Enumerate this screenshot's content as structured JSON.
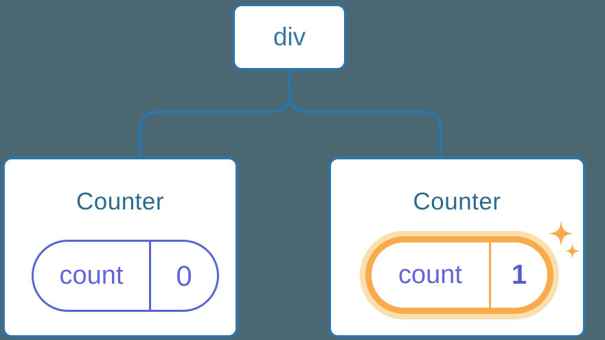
{
  "diagram": {
    "description": "React component tree diagram: a div root with two Counter children, each holding a count state pill; the second Counter's state was just updated to 1 (highlighted with sparkles)."
  },
  "tree": {
    "root": {
      "label": "div"
    },
    "children": [
      {
        "title": "Counter",
        "state": {
          "name": "count",
          "value": "0"
        },
        "highlighted": false
      },
      {
        "title": "Counter",
        "state": {
          "name": "count",
          "value": "1"
        },
        "highlighted": true
      }
    ]
  },
  "icons": {
    "sparkle_big": "sparkle-icon",
    "sparkle_small": "sparkle-icon"
  },
  "colors": {
    "background": "#4b6771",
    "node_fill": "#ffffff",
    "node_border": "#2e74a4",
    "connector": "#2e74a4",
    "root_label_text": "#3578a8",
    "title_text": "#2d6a8e",
    "state_pill_border": "#5b63d3",
    "state_text": "#6065d9",
    "updated_value_text": "#575cc9",
    "highlight_ring": "#f8ab4b",
    "highlight_halo": "#fcdfae",
    "sparkle": "#f5ab49"
  }
}
